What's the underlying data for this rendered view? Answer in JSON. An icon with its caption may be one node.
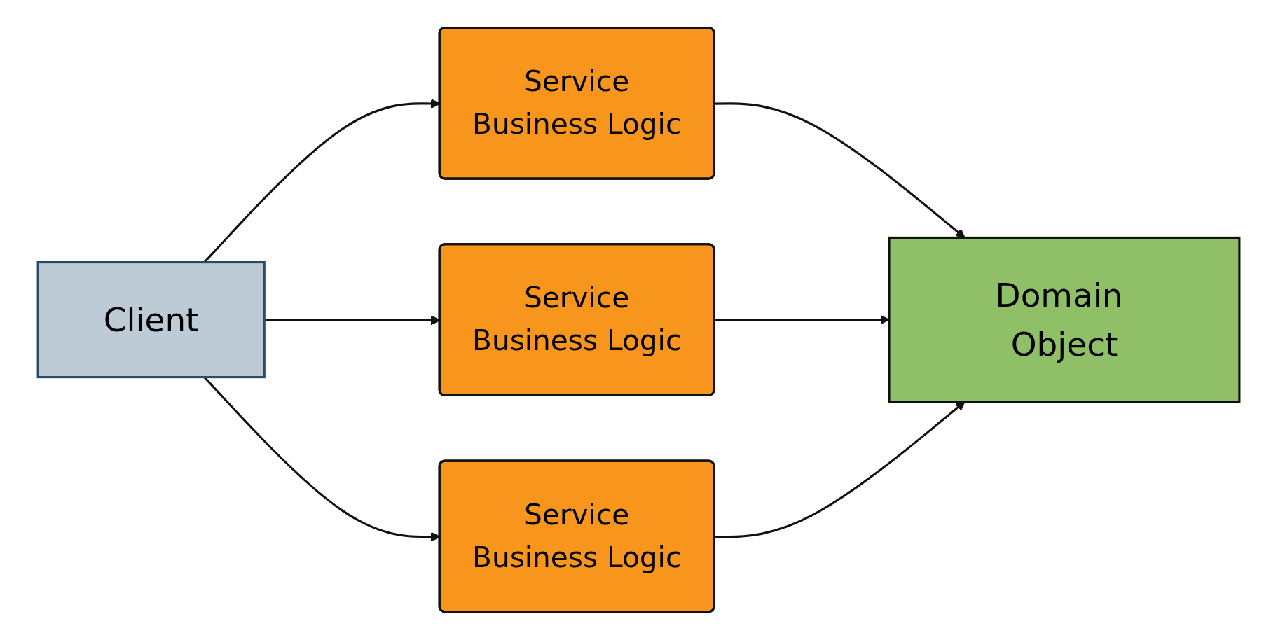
{
  "diagram": {
    "nodes": [
      {
        "text": [
          "Client"
        ]
      },
      {
        "text": [
          "Service",
          "Business Logic"
        ]
      },
      {
        "text": [
          "Service",
          "Business Logic"
        ]
      },
      {
        "text": [
          "Service",
          "Business Logic"
        ]
      },
      {
        "text": [
          "Domain Object"
        ]
      }
    ],
    "edges": [
      {
        "from": 0,
        "to": 1,
        "arrow": "to"
      },
      {
        "from": 0,
        "to": 2,
        "arrow": "to"
      },
      {
        "from": 0,
        "to": 3,
        "arrow": "to"
      },
      {
        "from": 1,
        "to": 4,
        "arrow": "to"
      },
      {
        "from": 2,
        "to": 4,
        "arrow": "to"
      },
      {
        "from": 3,
        "to": 4,
        "arrow": "to"
      }
    ]
  }
}
